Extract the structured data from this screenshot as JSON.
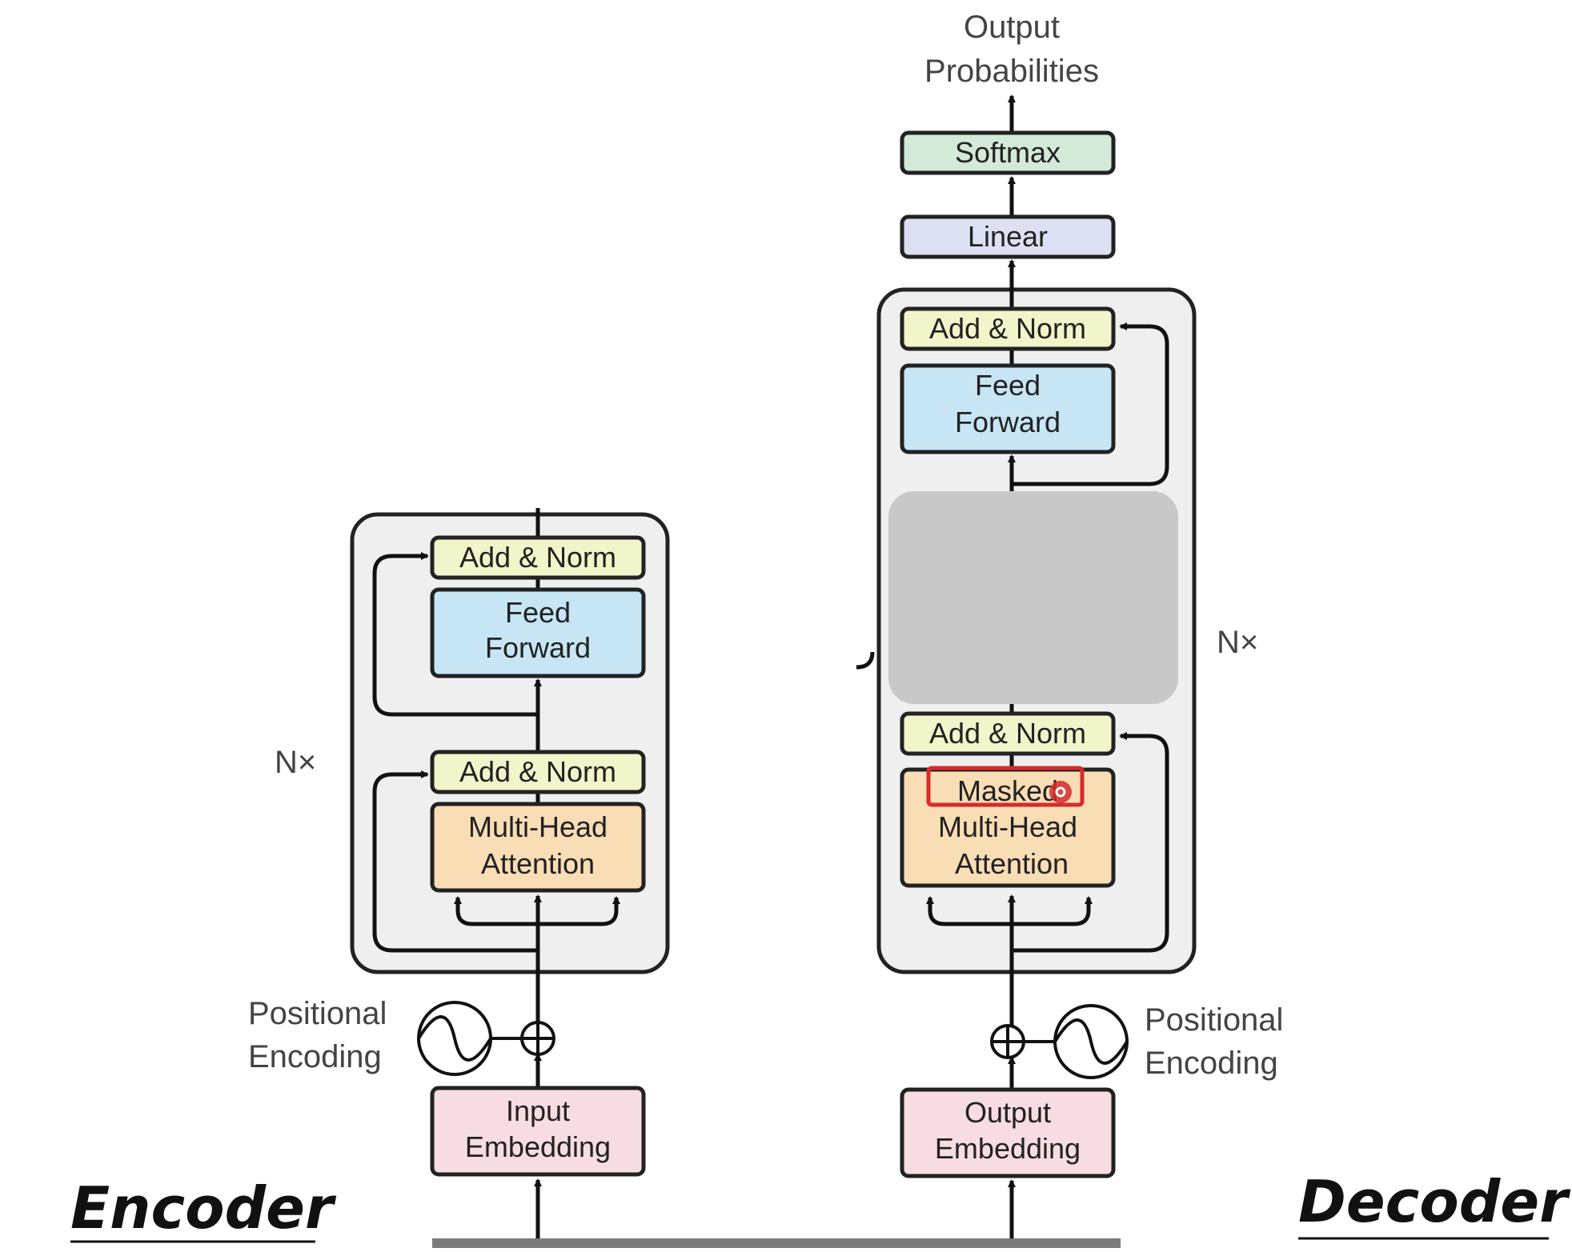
{
  "colors": {
    "add_norm": "#f2f5c9",
    "feed_forward": "#c6e6f5",
    "attention": "#f8ddb5",
    "embedding": "#f7dde2",
    "linear": "#dde0f3",
    "softmax": "#d2ead7",
    "stack_bg": "#efefef",
    "overlay": "#c8c8c8",
    "highlight": "#d62b2b"
  },
  "output": {
    "line1": "Output",
    "line2": "Probabilities"
  },
  "decoder": {
    "softmax": "Softmax",
    "linear": "Linear",
    "add_norm_top": "Add & Norm",
    "feed_forward_1": "Feed",
    "feed_forward_2": "Forward",
    "repeat": "N×",
    "add_norm_bottom": "Add & Norm",
    "masked_attention_1": "Masked",
    "masked_attention_2": "Multi-Head",
    "masked_attention_3": "Attention",
    "pos_enc_1": "Positional",
    "pos_enc_2": "Encoding",
    "embedding_1": "Output",
    "embedding_2": "Embedding",
    "title": "Decoder"
  },
  "encoder": {
    "add_norm_top": "Add & Norm",
    "feed_forward_1": "Feed",
    "feed_forward_2": "Forward",
    "repeat": "N×",
    "add_norm_bottom": "Add & Norm",
    "attention_1": "Multi-Head",
    "attention_2": "Attention",
    "pos_enc_1": "Positional",
    "pos_enc_2": "Encoding",
    "embedding_1": "Input",
    "embedding_2": "Embedding",
    "title": "Encoder"
  }
}
